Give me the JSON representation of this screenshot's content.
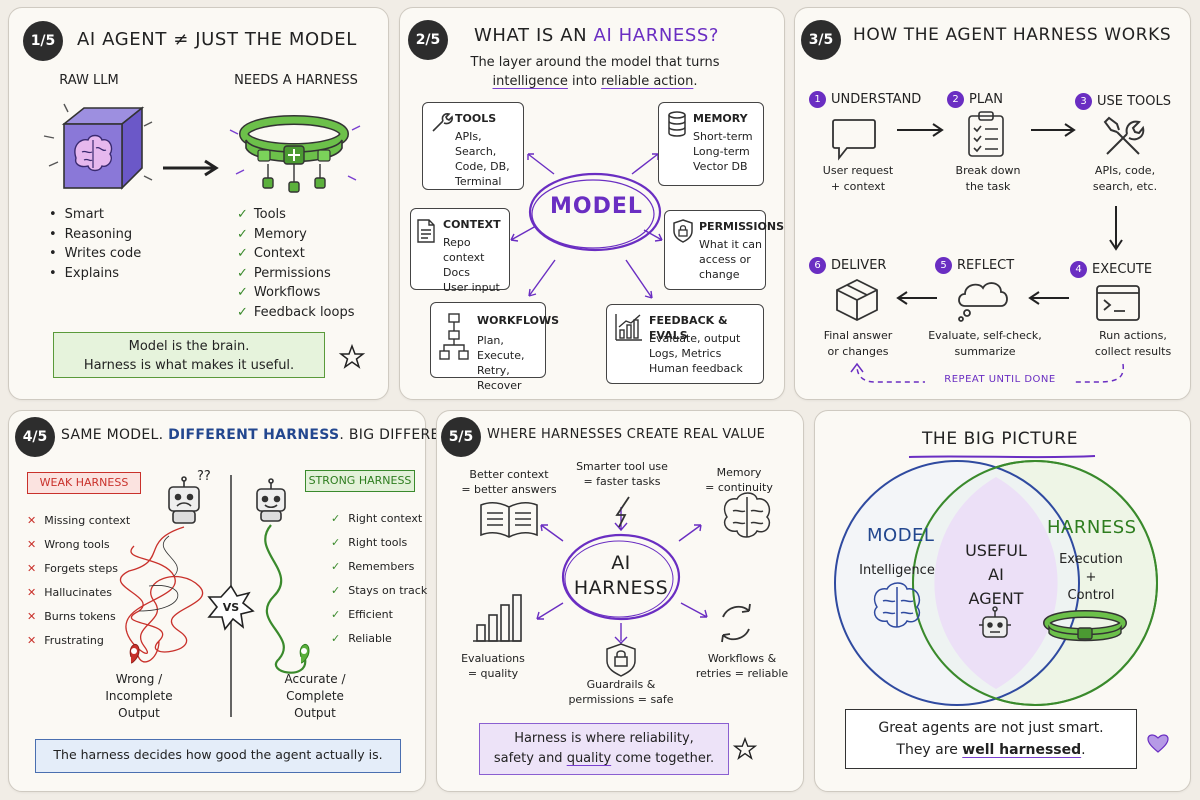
{
  "p1": {
    "num": "1/5",
    "title": "AI AGENT ≠ JUST THE MODEL",
    "raw": "RAW LLM",
    "needs": "NEEDS A HARNESS",
    "left": [
      "Smart",
      "Reasoning",
      "Writes code",
      "Explains"
    ],
    "right": [
      "Tools",
      "Memory",
      "Context",
      "Permissions",
      "Workflows",
      "Feedback loops"
    ],
    "note1": "Model is the brain.",
    "note2": "Harness is what makes it useful.",
    "check": "✓",
    "bullet": "•"
  },
  "p2": {
    "num": "2/5",
    "title_a": "WHAT IS AN ",
    "title_b": "AI HARNESS?",
    "sub_a": "The layer around the model that turns",
    "sub_b": "intelligence",
    "sub_c": " into ",
    "sub_d": "reliable action",
    ".": ".",
    "dot": ".",
    "model": "MODEL",
    "tools": {
      "h": "TOOLS",
      "l": [
        "APIs, Search,",
        "Code, DB,",
        "Terminal"
      ]
    },
    "memory": {
      "h": "MEMORY",
      "l": [
        "Short-term",
        "Long-term",
        "Vector DB"
      ]
    },
    "context": {
      "h": "CONTEXT",
      "l": [
        "Repo context",
        "Docs",
        "User input"
      ]
    },
    "perm": {
      "h": "PERMISSIONS",
      "l": [
        "What it can",
        "access or",
        "change"
      ]
    },
    "work": {
      "h": "WORKFLOWS",
      "l": [
        "Plan, Execute,",
        "Retry, Recover"
      ]
    },
    "feed": {
      "h": "FEEDBACK & EVALS",
      "l": [
        "Evaluate, output",
        "Logs, Metrics",
        "Human feedback"
      ]
    }
  },
  "p3": {
    "num": "3/5",
    "title": "HOW THE AGENT HARNESS WORKS",
    "steps": [
      {
        "n": "1",
        "h": "UNDERSTAND",
        "l": [
          "User request",
          "+ context"
        ]
      },
      {
        "n": "2",
        "h": "PLAN",
        "l": [
          "Break down",
          "the task"
        ]
      },
      {
        "n": "3",
        "h": "USE TOOLS",
        "l": [
          "APIs, code,",
          "search, etc."
        ]
      },
      {
        "n": "4",
        "h": "EXECUTE",
        "l": [
          "Run actions,",
          "collect results"
        ]
      },
      {
        "n": "5",
        "h": "REFLECT",
        "l": [
          "Evaluate, self-check,",
          "summarize"
        ]
      },
      {
        "n": "6",
        "h": "DELIVER",
        "l": [
          "Final answer",
          "or changes"
        ]
      }
    ],
    "repeat": "REPEAT UNTIL DONE"
  },
  "p4": {
    "num": "4/5",
    "title_a": "SAME MODEL. ",
    "title_b": "DIFFERENT HARNESS",
    "title_c": ". BIG DIFFERENCE.",
    "weak": "WEAK HARNESS",
    "strong": "STRONG HARNESS",
    "q": "??",
    "vs": "VS",
    "weak_items": [
      "Missing context",
      "Wrong tools",
      "Forgets steps",
      "Hallucinates",
      "Burns tokens",
      "Frustrating"
    ],
    "strong_items": [
      "Right context",
      "Right tools",
      "Remembers",
      "Stays on track",
      "Efficient",
      "Reliable"
    ],
    "wrong": [
      "Wrong /",
      "Incomplete",
      "Output"
    ],
    "acc": [
      "Accurate /",
      "Complete",
      "Output"
    ],
    "note": "The harness decides how good the agent actually is.",
    "cross": "✕",
    "check": "✓"
  },
  "p5": {
    "num": "5/5",
    "title": "WHERE HARNESSES CREATE REAL VALUE",
    "center": [
      "AI",
      "HARNESS"
    ],
    "items": {
      "ctx": [
        "Better context",
        "= better answers"
      ],
      "tool": [
        "Smarter tool use",
        "= faster tasks"
      ],
      "mem": [
        "Memory",
        "= continuity"
      ],
      "eval": [
        "Evaluations",
        "= quality"
      ],
      "guard": [
        "Guardrails &",
        "permissions = safe"
      ],
      "wf": [
        "Workflows &",
        "retries = reliable"
      ]
    },
    "note1": "Harness is where reliability,",
    "note2a": "safety and ",
    "note2b": "quality",
    "note2c": " come together."
  },
  "p6": {
    "title": "THE BIG PICTURE",
    "model": "MODEL",
    "intel": "Intelligence",
    "harness": "HARNESS",
    "exec": "Execution",
    "plus": "+",
    "control": "Control",
    "center": [
      "USEFUL",
      "AI",
      "AGENT"
    ],
    "note1": "Great agents are not just smart.",
    "note2a": "They are ",
    "note2b": "well harnessed",
    "note2c": "."
  },
  "colors": {
    "purple": "#6a2ec2",
    "green": "#3a8a2c",
    "red": "#c9312b",
    "blue": "#23478f"
  }
}
